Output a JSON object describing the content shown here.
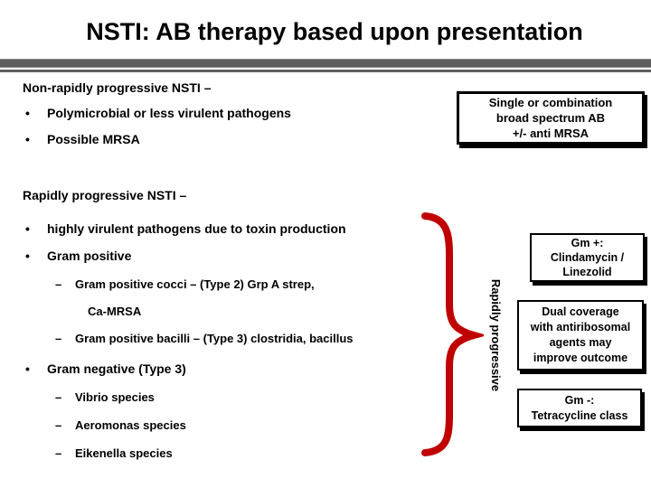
{
  "title": "NSTI: AB therapy based upon presentation",
  "markers": {
    "bullet": "•",
    "dash": "–"
  },
  "sections": [
    {
      "heading": "Non-rapidly progressive NSTI –",
      "items": [
        {
          "text": "Polymicrobial or less virulent pathogens"
        },
        {
          "text": "Possible MRSA"
        }
      ]
    },
    {
      "heading": "Rapidly progressive NSTI –",
      "items": [
        {
          "text": "highly virulent pathogens due to toxin production"
        },
        {
          "text": "Gram positive"
        },
        {
          "text": "Gram positive cocci – (Type 2) Grp A strep,"
        },
        {
          "text": "Ca-MRSA"
        },
        {
          "text": "Gram positive bacilli – (Type 3) clostridia, bacillus"
        },
        {
          "text": "Gram negative (Type 3)"
        },
        {
          "text": "Vibrio species"
        },
        {
          "text": "Aeromonas species"
        },
        {
          "text": "Eikenella species"
        }
      ]
    }
  ],
  "callouts": [
    {
      "lines": [
        "Single or combination",
        "broad spectrum AB",
        "+/- anti MRSA"
      ]
    },
    {
      "lines": [
        "Gm +:",
        "Clindamycin /",
        "Linezolid"
      ]
    },
    {
      "lines": [
        "Dual coverage",
        "with antiribosomal",
        "agents may",
        "improve outcome"
      ]
    },
    {
      "lines": [
        "Gm -:",
        "Tetracycline class"
      ]
    }
  ],
  "brace": {
    "label": "Rapidly progressive"
  },
  "colors": {
    "accent_red": "#C00000",
    "bar_gray": "#5F5F5F"
  }
}
